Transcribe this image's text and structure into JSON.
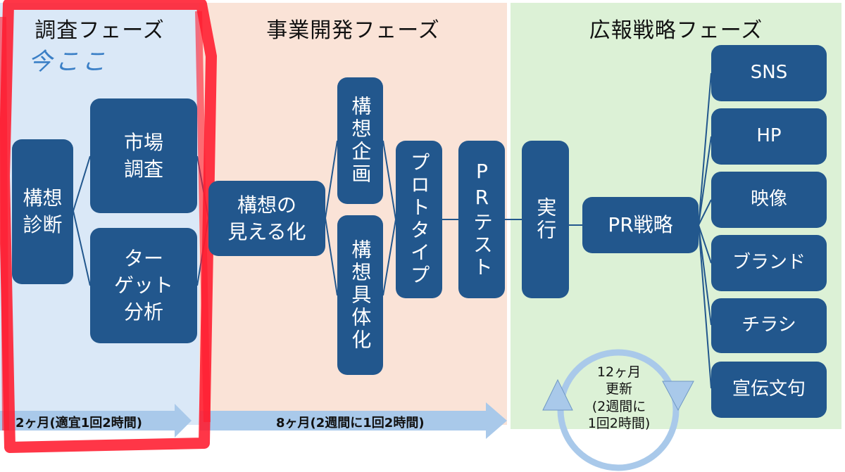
{
  "phases": [
    {
      "title": "調査フェーズ",
      "color": "#dae8f7"
    },
    {
      "title": "事業開発フェーズ",
      "color": "#fae3d7"
    },
    {
      "title": "広報戦略フェーズ",
      "color": "#dcf1d6"
    }
  ],
  "annotation": "今ここ",
  "highlight_color": "#ff1a2e",
  "box_color": "#22578d",
  "research": {
    "diagnosis": "構想\n診断",
    "market": "市場\n調査",
    "target": "ター\nゲット\n分析"
  },
  "development": {
    "visualize": "構想の\n見える化",
    "planning": "構想企画",
    "concrete": "構想具体化",
    "prototype": "プロトタイプ",
    "pr_test": "PRテスト"
  },
  "pr": {
    "execute": "実行",
    "strategy": "PR戦略",
    "channels": [
      "SNS",
      "HP",
      "映像",
      "ブランド",
      "チラシ",
      "宣伝文句"
    ]
  },
  "durations": {
    "research": "2ヶ月(適宜1回2時間)",
    "development": "8ヶ月(2週間に1回2時間)",
    "cycle": "12ヶ月\n更新\n(2週間に\n1回2時間)"
  },
  "arrow_color": "#a9c9ea"
}
